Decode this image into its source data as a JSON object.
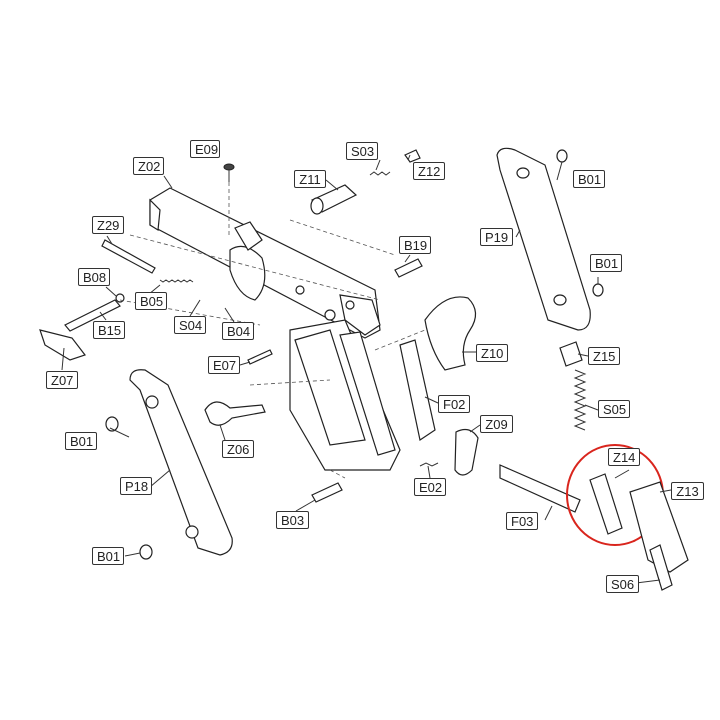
{
  "labels": {
    "E09": "E09",
    "Z02": "Z02",
    "Z11": "Z11",
    "S03": "S03",
    "Z12": "Z12",
    "Z29": "Z29",
    "B19": "B19",
    "B08": "B08",
    "B05": "B05",
    "B15": "B15",
    "S04": "S04",
    "B04": "B04",
    "E07": "E07",
    "Z07": "Z07",
    "Z10": "Z10",
    "F02": "F02",
    "B01a": "B01",
    "B01b": "B01",
    "B01c": "B01",
    "B01d": "B01",
    "P19": "P19",
    "Z15": "Z15",
    "S05": "S05",
    "Z14": "Z14",
    "Z13": "Z13",
    "Z06": "Z06",
    "Z09": "Z09",
    "E02": "E02",
    "F03": "F03",
    "P18": "P18",
    "B03": "B03",
    "S06": "S06"
  },
  "colors": {
    "highlight": "#d9251d",
    "stroke": "#222222"
  }
}
